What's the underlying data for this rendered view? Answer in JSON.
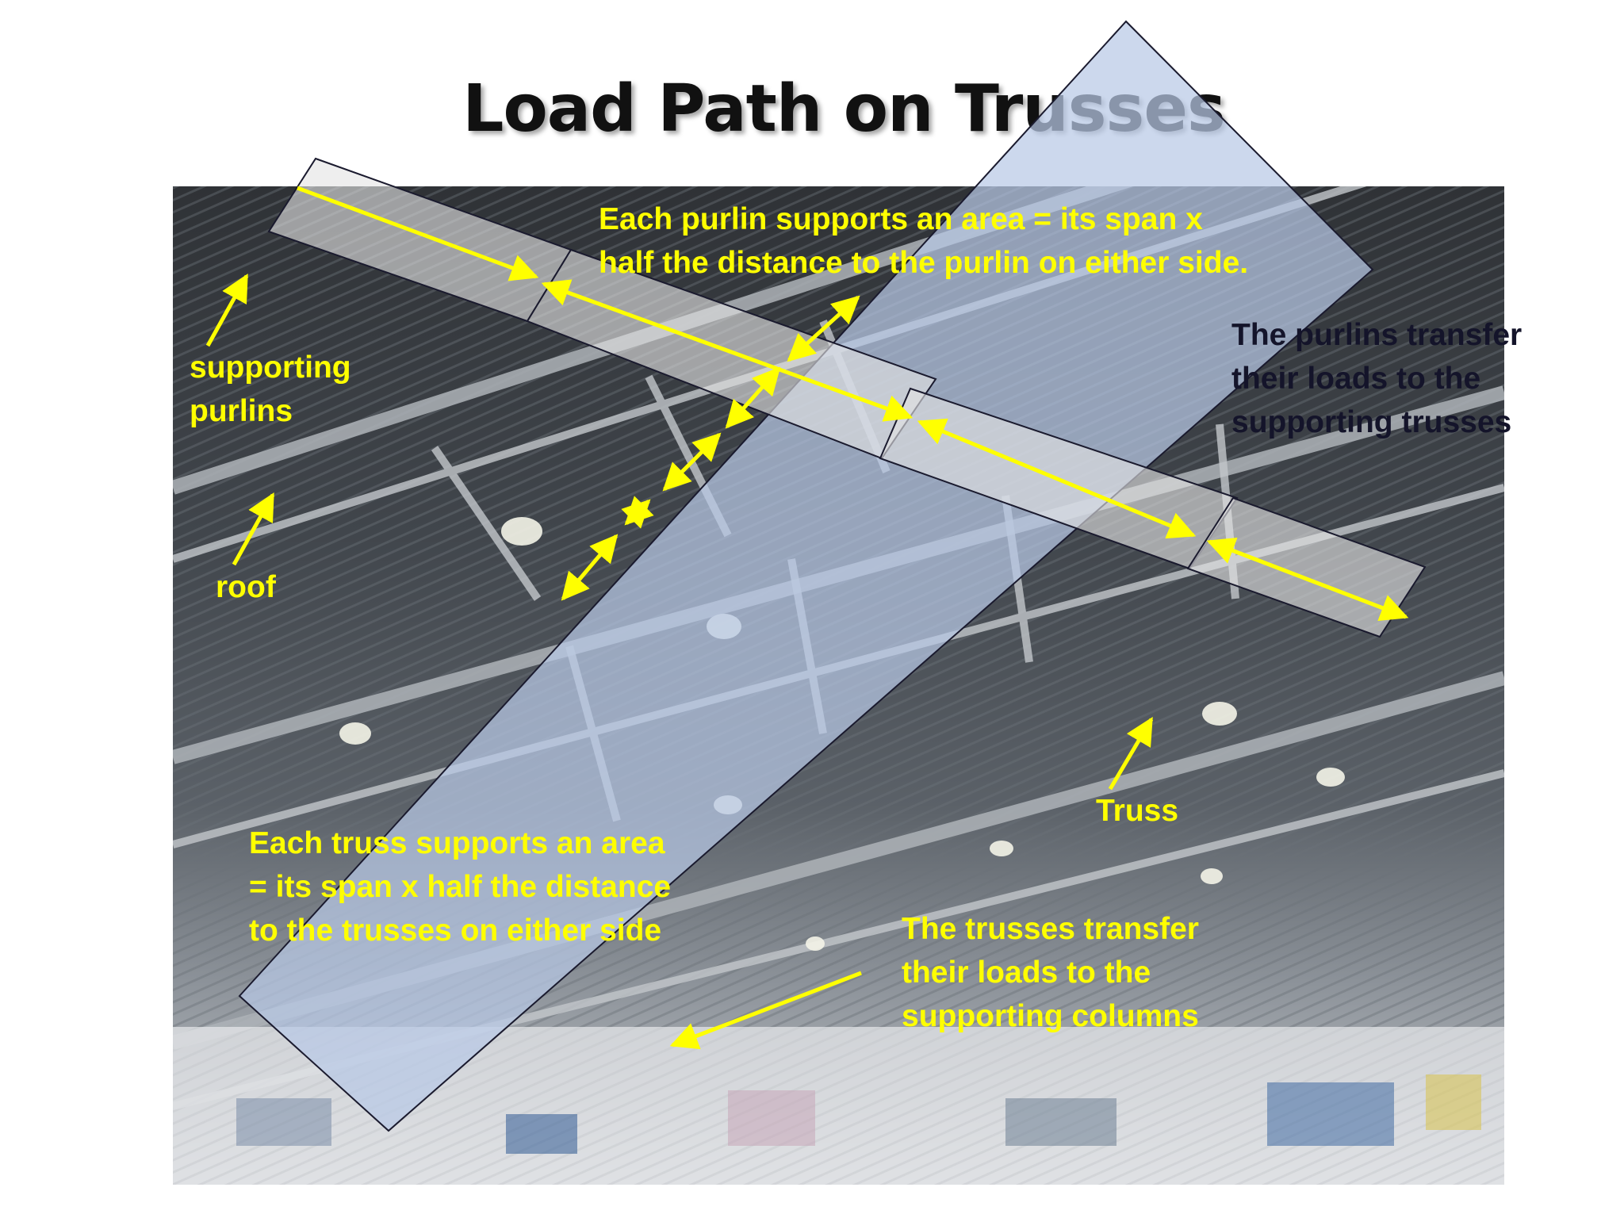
{
  "title": "Load Path on Trusses",
  "labels": {
    "purlin_area": [
      "Each purlin supports an area = its span x",
      "half the distance to the purlin on either side."
    ],
    "purlins_transfer": [
      "The purlins transfer",
      "their loads to the",
      "supporting trusses"
    ],
    "supporting_purlins": [
      "supporting",
      "purlins"
    ],
    "roof": "roof",
    "truss": "Truss",
    "truss_area": [
      "Each truss supports an area",
      "= its span x half the distance",
      "to the trusses on either side"
    ],
    "trusses_transfer": [
      "The trusses transfer",
      "their loads to the",
      "supporting columns"
    ]
  },
  "colors": {
    "annotation": "#ffff00",
    "tributary_fill": "#b9c9e6",
    "purlin_band_fill": "#e4e4e4",
    "outline": "#1a1a2e"
  }
}
